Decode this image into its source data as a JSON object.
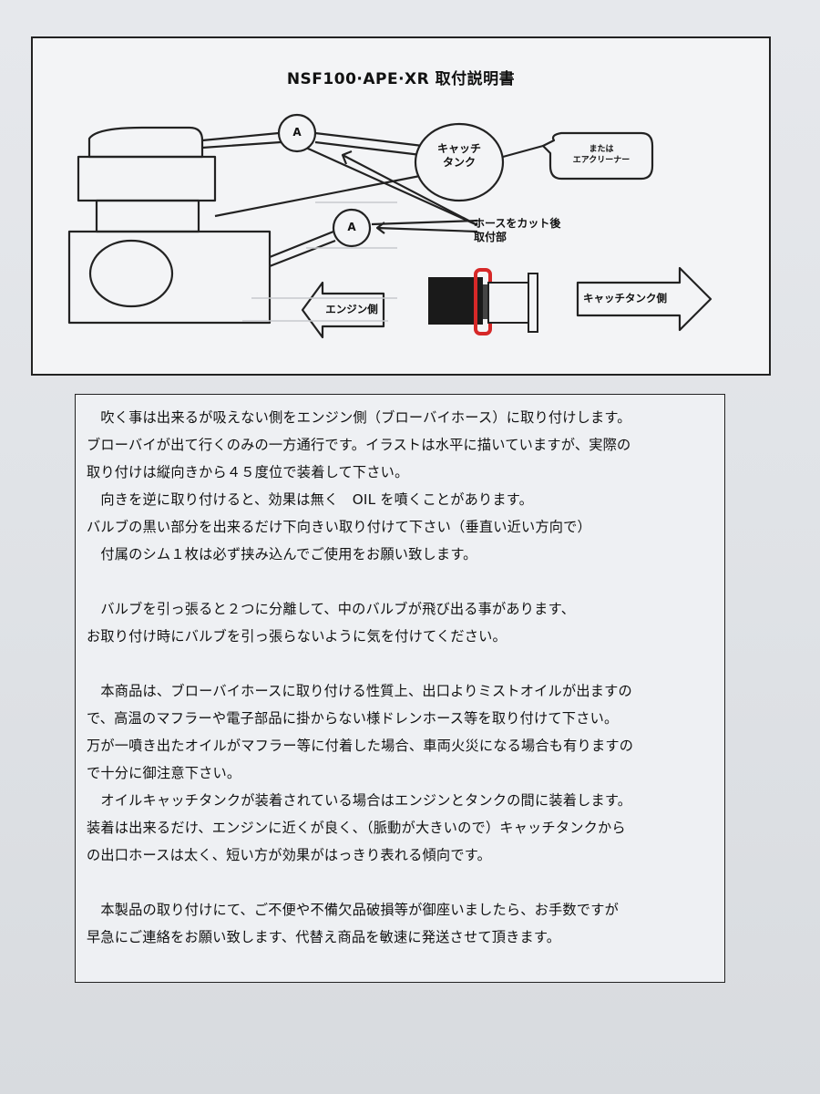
{
  "diagram": {
    "title": "NSF100·APE·XR  取付説明書",
    "valve_label_a": "A",
    "catch_tank_label": "キャッチ\nタンク",
    "air_cleaner_label": "または\nエアクリーナー",
    "hose_cut_label": "ホースをカット後\n取付部",
    "engine_side_label": "エンジン側",
    "catch_tank_side_label": "キャッチタンク側",
    "colors": {
      "line": "#222222",
      "red_band": "#d62828",
      "valve_body": "#1a1a1a"
    }
  },
  "notice": {
    "paragraphs": [
      [
        "　吹く事は出来るが吸えない側をエンジン側（ブローバイホース）に取り付けします。",
        "ブローバイが出て行くのみの一方通行です。イラストは水平に描いていますが、実際の",
        "取り付けは縦向きから４５度位で装着して下さい。",
        "　向きを逆に取り付けると、効果は無く　OIL を噴くことがあります。",
        "バルブの黒い部分を出来るだけ下向きい取り付けて下さい（垂直い近い方向で）",
        "　付属のシム１枚は必ず挟み込んでご使用をお願い致します。"
      ],
      [
        "　バルブを引っ張ると２つに分離して、中のバルブが飛び出る事があります、",
        "お取り付け時にバルブを引っ張らないように気を付けてください。"
      ],
      [
        "　本商品は、ブローバイホースに取り付ける性質上、出口よりミストオイルが出ますの",
        "で、高温のマフラーや電子部品に掛からない様ドレンホース等を取り付けて下さい。",
        "万が一噴き出たオイルがマフラー等に付着した場合、車両火災になる場合も有りますの",
        "で十分に御注意下さい。",
        "　オイルキャッチタンクが装着されている場合はエンジンとタンクの間に装着します。",
        "装着は出来るだけ、エンジンに近くが良く、（脈動が大きいので）キャッチタンクから",
        "の出口ホースは太く、短い方が効果がはっきり表れる傾向です。"
      ],
      [
        "　本製品の取り付けにて、ご不便や不備欠品破損等が御座いましたら、お手数ですが",
        "早急にご連絡をお願い致します、代替え商品を敏速に発送させて頂きます。"
      ]
    ]
  }
}
